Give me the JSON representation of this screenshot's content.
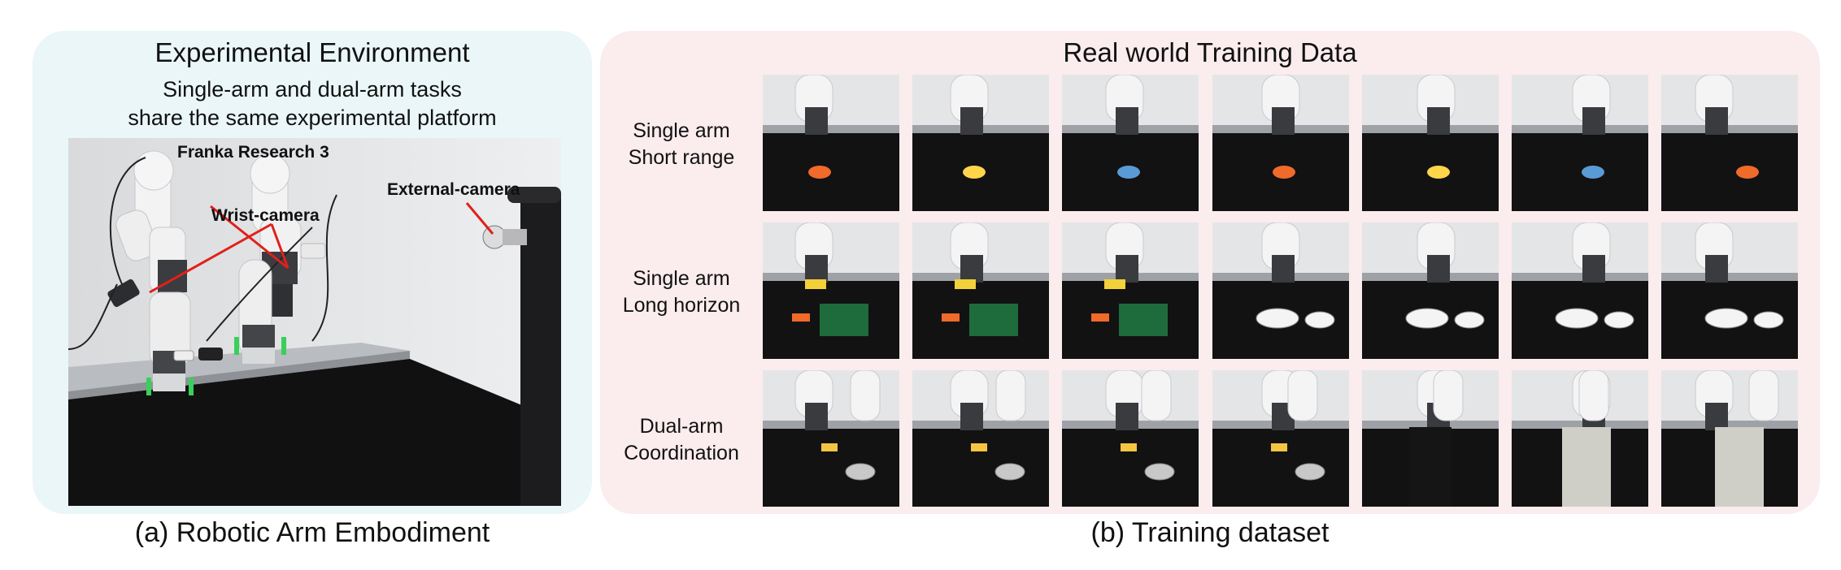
{
  "left_panel": {
    "title": "Experimental Environment",
    "subtitle_line1": "Single-arm and dual-arm tasks",
    "subtitle_line2": "share the same experimental platform",
    "photo_labels": {
      "franka": "Franka Research 3",
      "wrist_camera": "Wrist-camera",
      "external_camera": "External-camera"
    },
    "caption": "(a) Robotic Arm Embodiment"
  },
  "right_panel": {
    "title": "Real world Training Data",
    "rows": [
      {
        "line1": "Single arm",
        "line2": "Short range"
      },
      {
        "line1": "Single arm",
        "line2": "Long horizon"
      },
      {
        "line1": "Dual-arm",
        "line2": "Coordination"
      }
    ],
    "caption": "(b) Training dataset"
  },
  "colors": {
    "left_panel_bg": "#eaf6f8",
    "right_panel_bg": "#fbecee",
    "annotation_line": "#e0201b"
  }
}
